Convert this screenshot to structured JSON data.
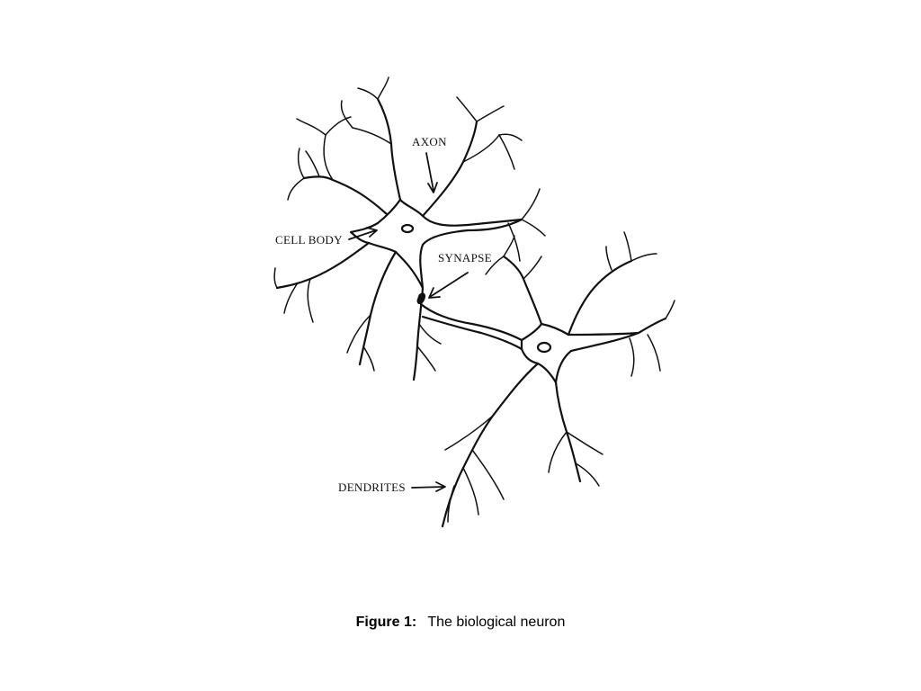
{
  "diagram": {
    "labels": {
      "axon": "AXON",
      "cell_body": "CELL BODY",
      "synapse": "SYNAPSE",
      "dendrites": "DENDRITES"
    },
    "ink_color": "#111111"
  },
  "caption": {
    "label": "Figure 1:",
    "text": "The biological neuron"
  }
}
